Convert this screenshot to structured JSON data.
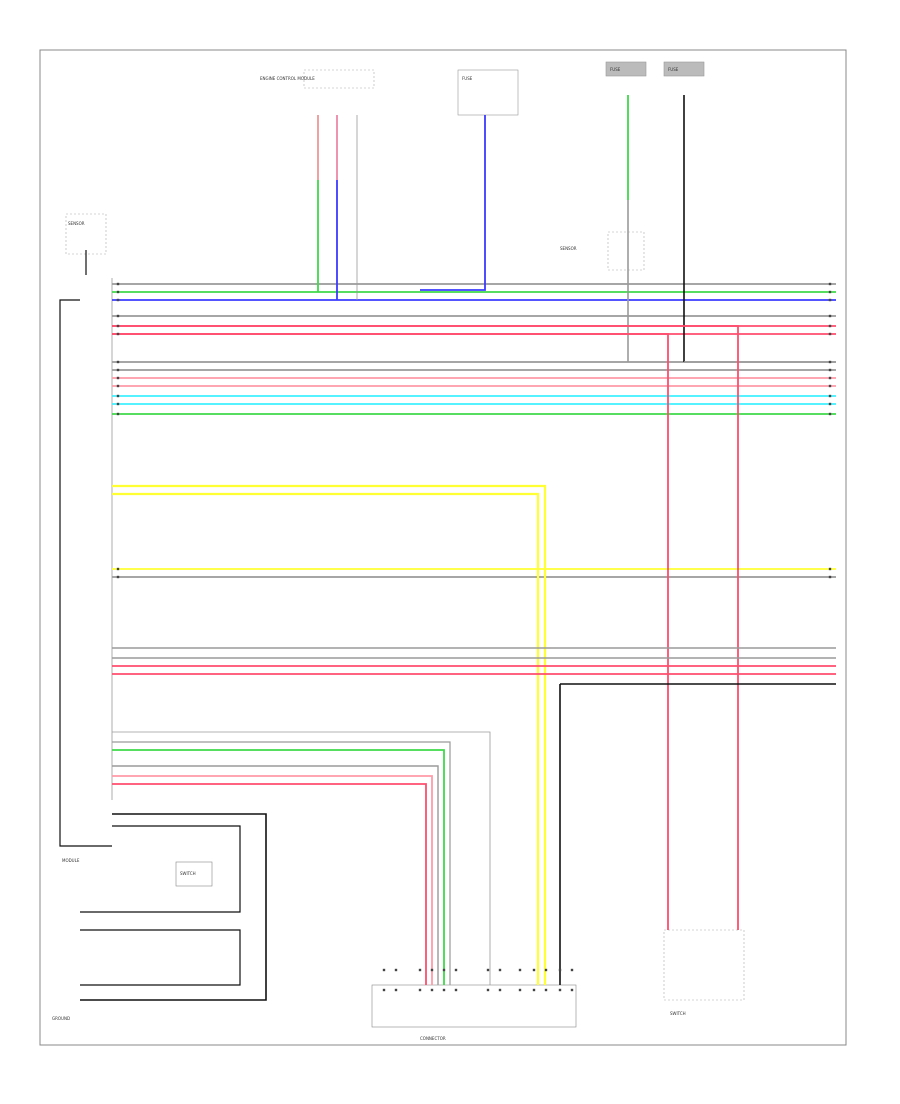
{
  "diagram_label": "",
  "components": {
    "ecm_top": "ENGINE CONTROL MODULE",
    "junction_fuse": "FUSE",
    "top_right_1": "FUSE",
    "top_right_2": "FUSE",
    "sensor_left": "SENSOR",
    "sensor_right": "SENSOR",
    "main_module": "MODULE",
    "bottom_right": "SWITCH",
    "bottom_center": "CONNECTOR",
    "left_small": "SWITCH",
    "left_bottom": "GROUND"
  },
  "wire_colors": {
    "green": "#3fd94a",
    "blue": "#3b3bff",
    "red": "#ff4d6d",
    "pink": "#ff9aa8",
    "cyan": "#3ff0ff",
    "yellow": "#ffff33",
    "gray": "#9a9a9a",
    "black": "#111111"
  }
}
